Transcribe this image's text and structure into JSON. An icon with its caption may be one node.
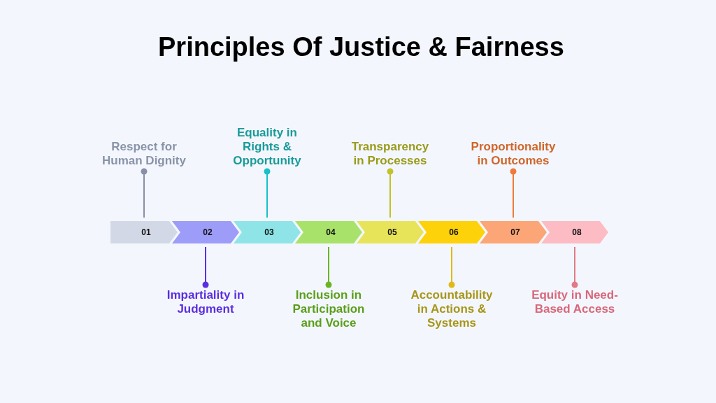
{
  "diagram": {
    "title": "Principles Of Justice & Fairness",
    "nodes": [
      {
        "text": [
          "01"
        ]
      },
      {
        "text": [
          "02"
        ]
      },
      {
        "text": [
          "03"
        ]
      },
      {
        "text": [
          "04"
        ]
      },
      {
        "text": [
          "05"
        ]
      },
      {
        "text": [
          "06"
        ]
      },
      {
        "text": [
          "07"
        ]
      },
      {
        "text": [
          "08"
        ]
      },
      {
        "text": [
          "Respect for Human Dignity"
        ]
      },
      {
        "text": [
          "Impartiality in Judgment"
        ]
      },
      {
        "text": [
          "Equality in Rights & Opportunity"
        ]
      },
      {
        "text": [
          "Inclusion in Participation and Voice"
        ]
      },
      {
        "text": [
          "Transparency in Processes"
        ]
      },
      {
        "text": [
          "Accountability in Actions & Systems"
        ]
      },
      {
        "text": [
          "Proportionality in Outcomes"
        ]
      },
      {
        "text": [
          "Equity in Need-Based Access"
        ]
      }
    ],
    "edges": [
      {
        "from": 8,
        "to": 0,
        "arrow": "other",
        "color": "#8a8fa8"
      },
      {
        "from": 9,
        "to": 1,
        "arrow": "other",
        "color": "#5b2ee0"
      },
      {
        "from": 10,
        "to": 2,
        "arrow": "other",
        "color": "#17c1c9"
      },
      {
        "from": 11,
        "to": 3,
        "arrow": "other",
        "color": "#6ab523"
      },
      {
        "from": 12,
        "to": 4,
        "arrow": "other",
        "color": "#c3c22a"
      },
      {
        "from": 13,
        "to": 5,
        "arrow": "other",
        "color": "#e0b81a"
      },
      {
        "from": 14,
        "to": 6,
        "arrow": "other",
        "color": "#ef7a3a"
      },
      {
        "from": 15,
        "to": 7,
        "arrow": "other",
        "color": "#e27a86"
      }
    ]
  }
}
